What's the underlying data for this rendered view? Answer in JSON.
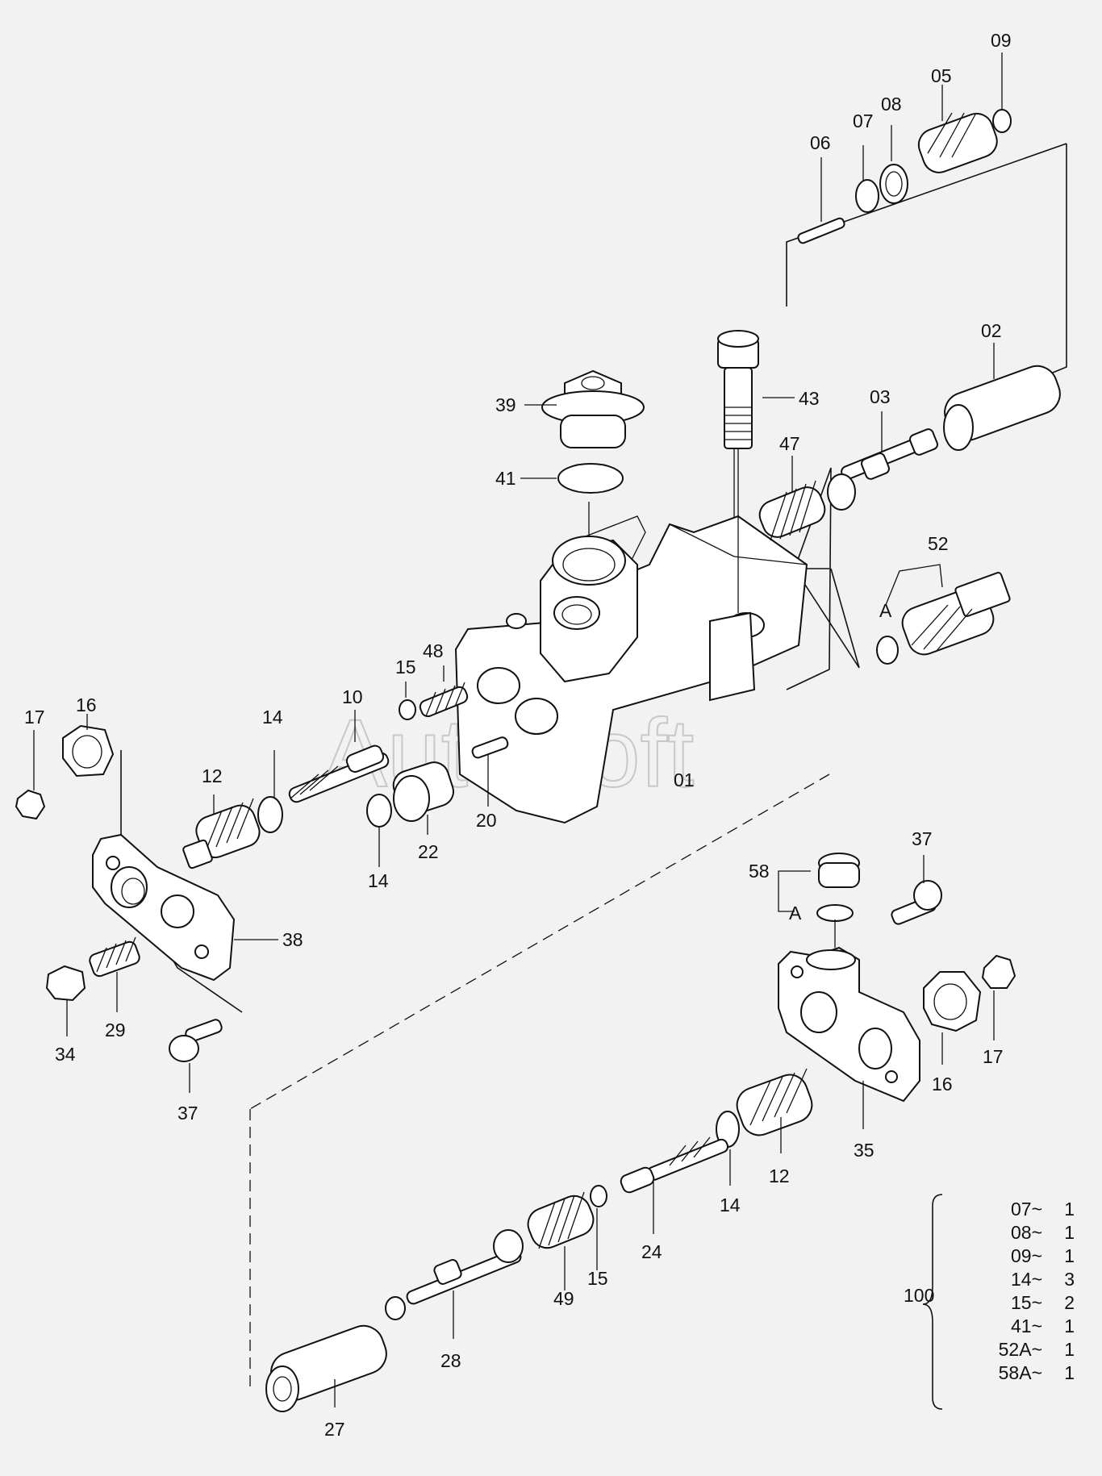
{
  "watermark": "AutoSoft",
  "labels": {
    "p09": "09",
    "p05": "05",
    "p08": "08",
    "p07": "07",
    "p06": "06",
    "p02": "02",
    "p43": "43",
    "p03": "03",
    "p39": "39",
    "p41": "41",
    "p47": "47",
    "p52": "52",
    "pA1": "A",
    "p48": "48",
    "p15a": "15",
    "p10": "10",
    "p16a": "16",
    "p17a": "17",
    "p14a": "14",
    "p12a": "12",
    "p01": "01",
    "p20": "20",
    "p22": "22",
    "p14b": "14",
    "p38": "38",
    "p29": "29",
    "p34": "34",
    "p37a": "37",
    "p37b": "37",
    "p58": "58",
    "pA2": "A",
    "p17b": "17",
    "p16b": "16",
    "p35": "35",
    "p12b": "12",
    "p14c": "14",
    "p24": "24",
    "p15b": "15",
    "p49": "49",
    "p28": "28",
    "p27": "27"
  },
  "kit": {
    "code": "100",
    "items": [
      {
        "part": "07~",
        "qty": "1"
      },
      {
        "part": "08~",
        "qty": "1"
      },
      {
        "part": "09~",
        "qty": "1"
      },
      {
        "part": "14~",
        "qty": "3"
      },
      {
        "part": "15~",
        "qty": "2"
      },
      {
        "part": "41~",
        "qty": "1"
      },
      {
        "part": "52A~",
        "qty": "1"
      },
      {
        "part": "58A~",
        "qty": "1"
      }
    ]
  }
}
